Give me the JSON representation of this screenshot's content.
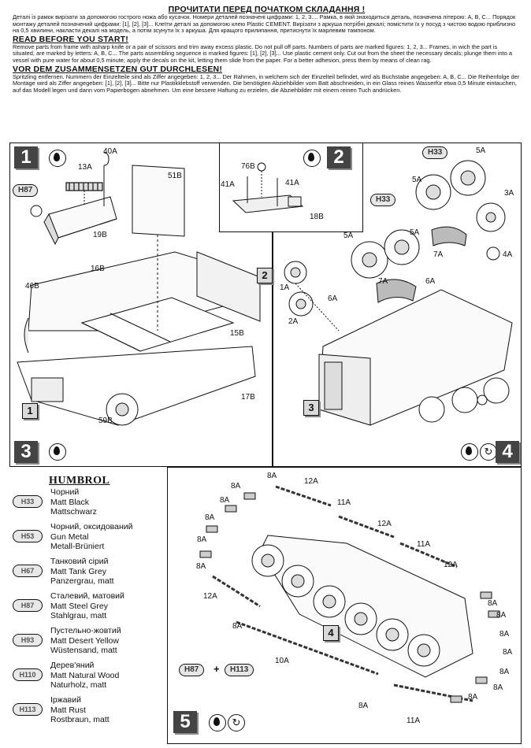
{
  "instructions": {
    "ua_title": "ПРОЧИТАТИ ПЕРЕД ПОЧАТКОМ СКЛАДАННЯ !",
    "ua_text": "Деталі із рамок вирізати за допомогою гострого ножа або кусачок. Номери деталей позначені цифрами: 1, 2, 3.... Рамка, в якій знаходиться деталь, позначена літерою: А, В, С... Порядок монтажу деталей позначений цифрами: [1], [2], [3]... Клеїти деталі за допомогою клею Plastic CEMENT. Вирізати з аркуша потрібні декалі; помістити їх у посуд з чистою водою приблизно на 0,5 хвилини, накласти декалі на модель, а потім зсунути їх з аркуша. Для кращого прилипання, притиснути їх марлевим тампоном.",
    "en_title": "READ BEFORE YOU START!",
    "en_text": "Remove parts from frame with asharp knife or a pair of scissors and trim away excess plastic. Do not pull off parts. Numbers of parts are marked figures: 1, 2, 3... Frames, in wich the part is situated, are marked by letters: A, B, C... The parts assembling seguence is marked figures: [1], [2], [3]... Use plastic cement only. Cut out from the sheet the necessary decals; plunge them into a vessel with pure water for about 0,5 minute; apply the decals on the kit, letting them slide from the paper. For a better adhesion, press them by means of clean rag.",
    "de_title": "VOR DEM ZUSAMMENSETZEN GUT DURCHLESEN!",
    "de_text": "Spritzling entfernen. Nummern der Einzelteile sind als Ziffer angegeben: 1, 2, 3... Der Rahmen, in welchem sich der Einzelteil befindet, wird als Buchstabe angegeben: A, B, C... Die Reihenfolge der Montage wird als Ziffer angegeben: [1], [2], [3]... Bitte nur Plastikklebstoff verwenden. Die benötigten Abziehbilder vom Batt abschneiden, in ein Glass reines Wasserfür etwa 0,5 Minute eintauchen, auf das Modell legen und dann vom Papierbogen abnehmen. Um eine bessere Haftung zu erzielen, die Abziehbilder mit einem reinen Tuch andrücken."
  },
  "steps": {
    "s1": "1",
    "s2": "2",
    "s3": "3",
    "s4": "4",
    "s5": "5",
    "sub1": "1",
    "sub2": "2",
    "sub3": "3",
    "sub4": "4"
  },
  "labels": {
    "step1": {
      "p40a": "40A",
      "p13a": "13A",
      "p19b": "19B",
      "h87": "H87"
    },
    "step2": {
      "p76b": "76B",
      "p41a_l": "41A",
      "p41a_r": "41A",
      "p18b": "18B"
    },
    "step3": {
      "p51b": "51B",
      "p16b": "16B",
      "p46b": "46B",
      "p15b": "15B",
      "p17b": "17B",
      "p59b": "59B"
    },
    "step4": {
      "h33a": "H33",
      "h33b": "H33",
      "p5a1": "5A",
      "p5a2": "5A",
      "p5a3": "5A",
      "p5a4": "5A",
      "p3a": "3A",
      "p4a": "4A",
      "p7a1": "7A",
      "p7a2": "7A",
      "p6a1": "6A",
      "p6a2": "6A",
      "p1a": "1A",
      "p2a": "2A"
    },
    "step5": {
      "p8a": "8A",
      "p12a1": "12A",
      "p12a2": "12A",
      "p12a3": "12A",
      "p12a4": "12A",
      "p11a1": "11A",
      "p11a2": "11A",
      "p11a3": "11A",
      "p10a": "10A",
      "h87": "H87",
      "plus": "+",
      "h113": "H113"
    }
  },
  "legend": {
    "brand": "HUMBROL",
    "items": [
      {
        "code": "H33",
        "ua": "Чорний",
        "en": "Matt Black",
        "de": "Mattschwarz"
      },
      {
        "code": "H53",
        "ua": "Чорний, оксидований",
        "en": "Gun Metal",
        "de": "Metall-Brüniert"
      },
      {
        "code": "H67",
        "ua": "Танковий сірий",
        "en": "Matt Tank Grey",
        "de": "Panzergrau, matt"
      },
      {
        "code": "H87",
        "ua": "Сталевий, матовий",
        "en": "Matt Steel Grey",
        "de": "Stahlgrau, matt"
      },
      {
        "code": "H93",
        "ua": "Пустельно-жовтий",
        "en": "Matt Desert Yellow",
        "de": "Wüstensand, matt"
      },
      {
        "code": "H110",
        "ua": "Дерев'яний",
        "en": "Matt Natural Wood",
        "de": "Naturholz, matt"
      },
      {
        "code": "H113",
        "ua": "Іржавий",
        "en": "Matt Rust",
        "de": "Rostbraun, matt"
      }
    ]
  }
}
